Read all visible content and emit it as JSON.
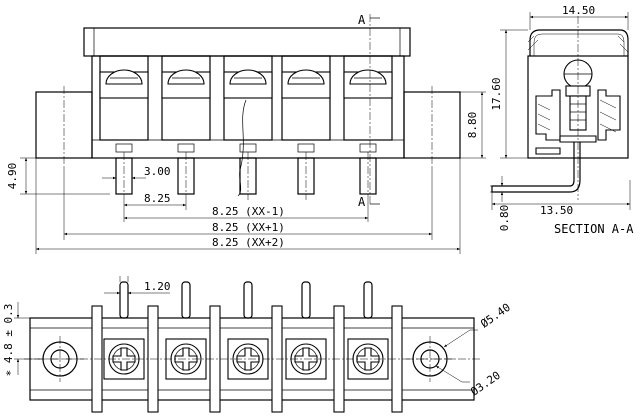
{
  "front_view": {
    "dim_pitch": "3.00",
    "dim_pitch_b": "8.25",
    "dim_len_1": "8.25 (XX-1)",
    "dim_len_2": "8.25 (XX+1)",
    "dim_len_3": "8.25 (XX+2)",
    "dim_pin_len": "4.90",
    "dim_height": "8.80",
    "section_mark_a": "A"
  },
  "section_view": {
    "dim_width_top": "14.50",
    "dim_height": "17.60",
    "dim_base": "13.50",
    "dim_thickness": "0.80",
    "caption": "SECTION A-A"
  },
  "top_view": {
    "dim_pin_width": "1.20",
    "dim_tol": "∗ 4.8 ± 0.3",
    "dim_hole_1": "Ø5.40",
    "dim_hole_2": "Ø3.20"
  }
}
